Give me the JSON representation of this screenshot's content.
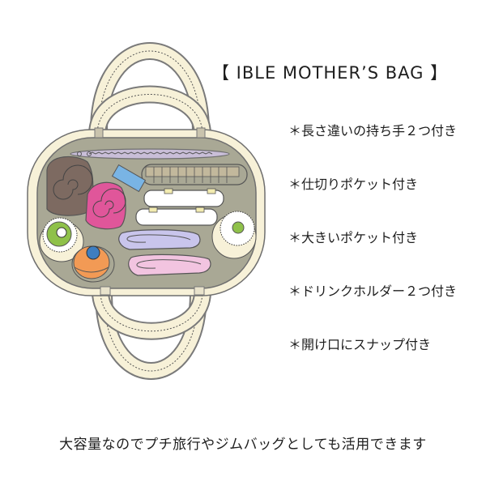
{
  "title": "【 IBLE MOTHER’S BAG 】",
  "features": [
    "＊長さ違いの持ち手２つ付き",
    "＊仕切りポケット付き",
    "＊大きいポケット付き",
    "＊ドリンクホルダー２つ付き",
    "＊開け口にスナップ付き"
  ],
  "caption": "大容量なのでプチ旅行やジムバッグとしても活用できます",
  "illustration": {
    "description": "Top-down view of an open bag with two handles (top and bottom) showing contents",
    "items": [
      "zipper-pouch",
      "brown-rolled-towel",
      "pink-rolled-towel",
      "blue-card",
      "divider-pocket",
      "white-pouch-1",
      "white-pouch-2",
      "drink-holder-left-green-cap",
      "drink-holder-right-green-cap",
      "orange-bottle-blue-cap",
      "lavender-folded-towel",
      "pink-folded-towel"
    ]
  },
  "colors": {
    "bag_rim": "#f7f1d8",
    "bag_interior": "#a9a895",
    "outline": "#6f6f6f",
    "brown": "#7d6a61",
    "pink_roll": "#e0569a",
    "blue_card": "#79b4e4",
    "lavender": "#c9c5ec",
    "pink_towel": "#f2c4e0",
    "orange": "#f29a55",
    "green": "#8fc14a",
    "blue_cap": "#3f7ec0",
    "zipper_pouch": "#c9bed8",
    "divider": "#c2b89c"
  }
}
